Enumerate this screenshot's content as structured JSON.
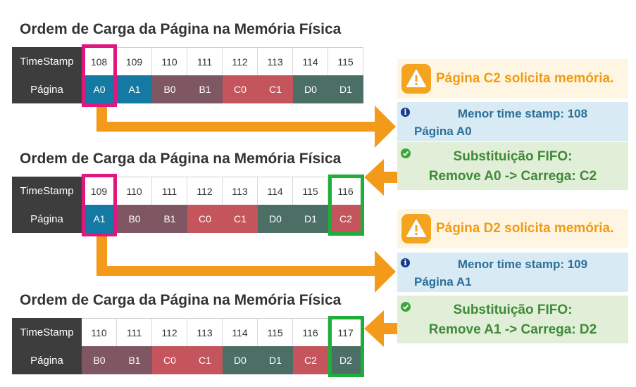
{
  "section_title": "Ordem de Carga da Página na Memória Física",
  "row_labels": {
    "timestamp": "TimeStamp",
    "page": "Página"
  },
  "page_colors": {
    "A": "#1479a3",
    "B": "#7f5763",
    "C": "#c5555d",
    "D": "#4b6f65"
  },
  "highlight_colors": {
    "oldest": "#e0177e",
    "new": "#1fae3c",
    "arrow": "#f39a1a"
  },
  "tables": [
    {
      "timestamps": [
        "108",
        "109",
        "110",
        "111",
        "112",
        "113",
        "114",
        "115"
      ],
      "pages": [
        "A0",
        "A1",
        "B0",
        "B1",
        "C0",
        "C1",
        "D0",
        "D1"
      ]
    },
    {
      "timestamps": [
        "109",
        "110",
        "111",
        "112",
        "113",
        "114",
        "115",
        "116"
      ],
      "pages": [
        "A1",
        "B0",
        "B1",
        "C0",
        "C1",
        "D0",
        "D1",
        "C2"
      ]
    },
    {
      "timestamps": [
        "110",
        "111",
        "112",
        "113",
        "114",
        "115",
        "116",
        "117"
      ],
      "pages": [
        "B0",
        "B1",
        "C0",
        "C1",
        "D0",
        "D1",
        "C2",
        "D2"
      ]
    }
  ],
  "steps": [
    {
      "warning": "Página C2 solicita memória.",
      "info_line1": "Menor time stamp: 108",
      "info_line2": "Página A0",
      "result_line1": "Substituição FIFO:",
      "result_line2": "Remove A0 -> Carrega: C2"
    },
    {
      "warning": "Página D2 solicita memória.",
      "info_line1": "Menor time stamp: 109",
      "info_line2": "Página A1",
      "result_line1": "Substituição FIFO:",
      "result_line2": "Remove A1 -> Carrega: D2"
    }
  ],
  "icons": {
    "warning": "warning-icon",
    "info": "info-icon",
    "success": "check-circle-icon"
  }
}
